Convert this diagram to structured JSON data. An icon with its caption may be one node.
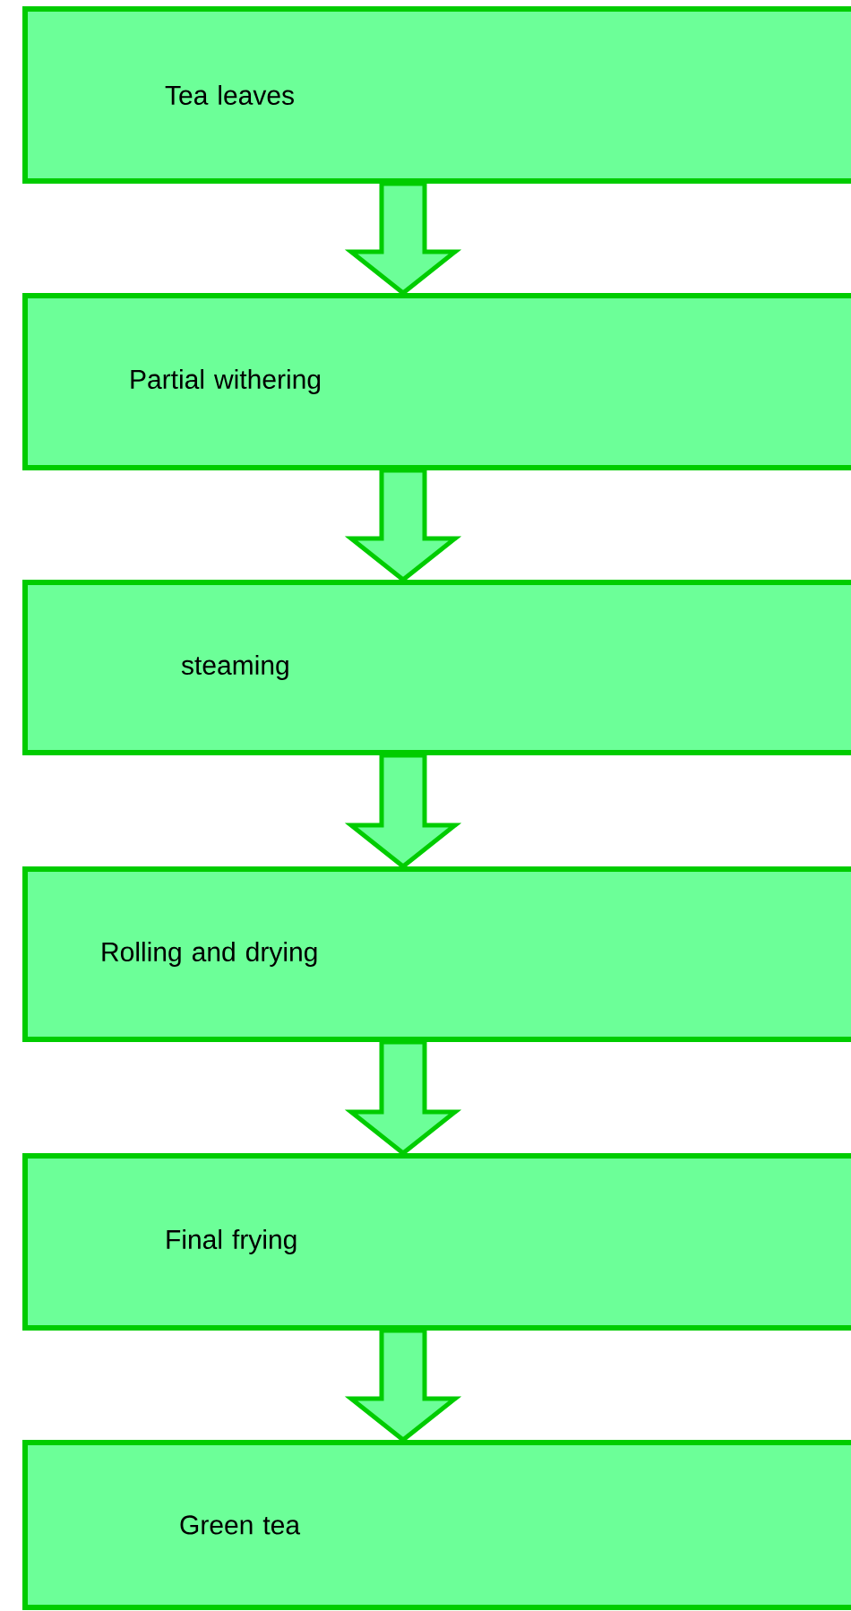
{
  "diagram": {
    "nodes": [
      {
        "text": [
          "Tea leaves"
        ]
      },
      {
        "text": [
          "Partial withering"
        ]
      },
      {
        "text": [
          "steaming"
        ]
      },
      {
        "text": [
          "Rolling and drying"
        ]
      },
      {
        "text": [
          "Final frying"
        ]
      },
      {
        "text": [
          "Green tea"
        ]
      }
    ],
    "edges": [
      {
        "from": 0,
        "to": 1,
        "arrow": "to"
      },
      {
        "from": 1,
        "to": 2,
        "arrow": "to"
      },
      {
        "from": 2,
        "to": 3,
        "arrow": "to"
      },
      {
        "from": 3,
        "to": 4,
        "arrow": "to"
      },
      {
        "from": 4,
        "to": 5,
        "arrow": "to"
      }
    ]
  }
}
